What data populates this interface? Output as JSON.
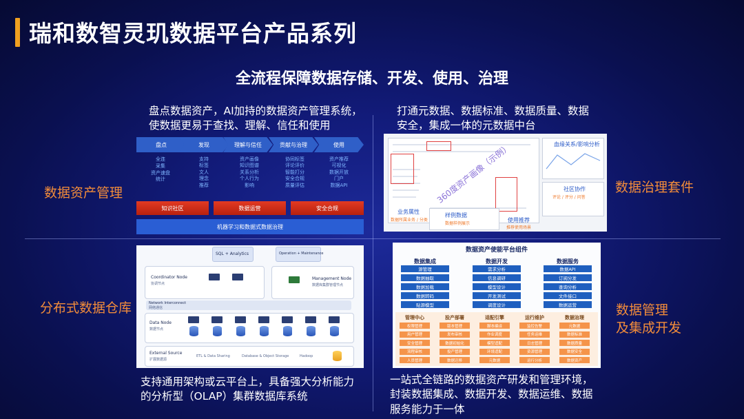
{
  "slide_title": "瑞和数智灵玑数据平台产品系列",
  "subtitle": "全流程保障数据存储、开发、使用、治理",
  "quadrants": {
    "asset": {
      "label": "数据资产管理",
      "description": "盘点数据资产，AI加持的数据资产管理系统，使数据更易于查找、理解、信任和使用",
      "stages": [
        "盘点",
        "发现",
        "理解与信任",
        "贡献与治理",
        "使用"
      ],
      "columns": [
        [
          "全连",
          "采集",
          "资产速盘",
          "统计"
        ],
        [
          "支持",
          "标签",
          "文人",
          "理念",
          "推荐"
        ],
        [
          "资产画像",
          "知识图谱",
          "关系分析",
          "个人行为",
          "影响"
        ],
        [
          "协同标签",
          "评论评价",
          "智能打分",
          "安全合规",
          "质量评估"
        ],
        [
          "资产推荐",
          "可视化",
          "数据开放",
          "门户",
          "数据API"
        ]
      ],
      "red_buttons": [
        "知识社区",
        "数据运营",
        "安全合规"
      ],
      "base_bar": "机器学习和数据式数据治理"
    },
    "governance": {
      "label": "数据治理套件",
      "description": "打通元数据、数据标准、数据质量、数据安全，集成一体的元数据中台",
      "overlay_text": "360度资产画像（示例）",
      "tags": [
        {
          "title": "业务属性",
          "sub": "数据所属业务 / 分类"
        },
        {
          "title": "样例数据",
          "sub": "数据样例展示"
        },
        {
          "title": "使用推荐",
          "sub": "推荐使用场景"
        },
        {
          "title": "血缘关系/影响分析",
          "sub": ""
        },
        {
          "title": "社区协作",
          "sub": "评论 / 评分 / 问答"
        }
      ]
    },
    "warehouse": {
      "label": "分布式数据仓库",
      "description": "支持通用架构或云平台上，具备强大分析能力的分析型（OLAP）集群数据库系统",
      "top_pills": [
        "SQL + Analytics",
        "Operation + Maintenance"
      ],
      "coordinator": "Coordinator Node",
      "coordinator_cn": "协调节点",
      "management": "Management Node",
      "management_cn": "数据库集群管理节点",
      "network": "Network Interconnect",
      "network_cn": "网络通信",
      "data_node": "Data Node",
      "data_node_cn": "数据节点",
      "external": "External Source",
      "external_cn": "扩展数据源",
      "external_items": [
        "ETL & Data Sharing",
        "Database & Object Storage",
        "Hadoop"
      ]
    },
    "devops": {
      "label_line1": "数据管理",
      "label_line2": "及集成开发",
      "description": "一站式全链路的数据资产研发和管理环境，封装数据集成、数据开发、数据运维、数据服务能力于一体",
      "panel_title": "数据资产使能平台组件",
      "top_groups": [
        {
          "name": "数据集成",
          "items": [
            "源管理",
            "数据抽取",
            "数据加载",
            "数据转码",
            "贴源模型"
          ]
        },
        {
          "name": "数据开发",
          "items": [
            "需求分析",
            "信息调研",
            "模型设计",
            "开发测试",
            "调度设计"
          ]
        },
        {
          "name": "数据服务",
          "items": [
            "数据API",
            "订阅分发",
            "查询分析",
            "文件接口",
            "数据运营"
          ]
        }
      ],
      "bottom_groups": [
        {
          "name": "管理中心",
          "items": [
            "权限管理",
            "用户管理",
            "安全管理",
            "流程审核",
            "人员管理"
          ]
        },
        {
          "name": "投产部署",
          "items": [
            "版本管理",
            "发布审核",
            "数据初始化",
            "投产管理",
            "数据迁移"
          ]
        },
        {
          "name": "适配引擎",
          "items": [
            "脚本编译",
            "作业调度",
            "模型适配",
            "环境适配",
            "元数据"
          ]
        },
        {
          "name": "运行维护",
          "items": [
            "监控告警",
            "任务运维",
            "日志管理",
            "资源管理",
            "运行分析"
          ]
        },
        {
          "name": "数据治理",
          "items": [
            "元数据",
            "数据标准",
            "数据质量",
            "数据安全",
            "数据资产"
          ]
        }
      ]
    }
  },
  "colors": {
    "accent": "#f0a020",
    "label_orange": "#f28c3a",
    "stage_blue": "#2f5fc8",
    "red_button": "#d42e19",
    "component_blue": "#1f5fbf",
    "component_orange": "#f5944a"
  }
}
